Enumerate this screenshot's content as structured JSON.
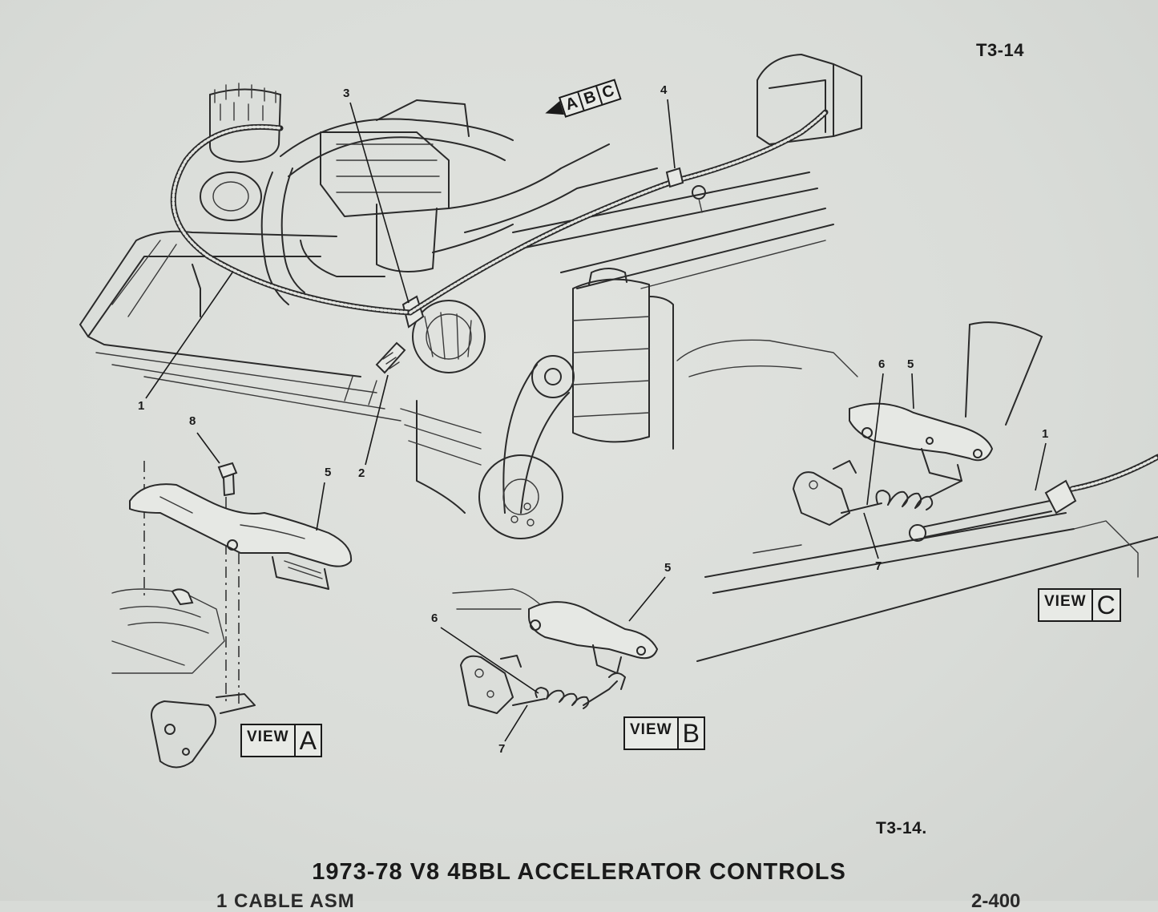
{
  "page_code_top": "T3-14",
  "page_code_bottom": "T3-14.",
  "title": "1973-78 V8 4BBL ACCELERATOR CONTROLS",
  "cutoff_text": "1 CABLE ASM",
  "cutoff_right": "2-400",
  "direction_tag": {
    "letters": [
      "A",
      "B",
      "C"
    ]
  },
  "view_label_word": "VIEW",
  "views": [
    {
      "letter": "A"
    },
    {
      "letter": "B"
    },
    {
      "letter": "C"
    }
  ],
  "callouts": {
    "main_1": "1",
    "main_2": "2",
    "main_3": "3",
    "main_4": "4",
    "a_8": "8",
    "a_5": "5",
    "b_5": "5",
    "b_6": "6",
    "b_7": "7",
    "c_6": "6",
    "c_5": "5",
    "c_1": "1",
    "c_7": "7"
  },
  "colors": {
    "paper": "#dcdfdb",
    "ink": "#1a1a1a"
  }
}
